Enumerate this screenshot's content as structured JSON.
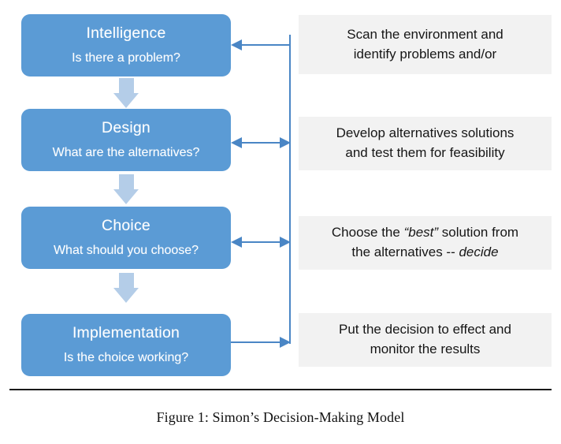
{
  "figure": {
    "caption": "Figure 1:  Simon’s Decision-Making Model",
    "colors": {
      "box_blue": "#5B9BD5",
      "arrow_blue": "#4A86C5",
      "down_arrow_blue": "#B4CDE8",
      "panel_grey": "#F2F2F2",
      "page_background": "#FFFFFF",
      "box_text": "#FFFFFF",
      "panel_text": "#161616",
      "divider": "#1A1A1A"
    }
  },
  "stages": [
    {
      "id": "intelligence",
      "title": "Intelligence",
      "question": "Is there a problem?",
      "connector": "arrow-left",
      "description_plain": "Scan the environment and identify problems and/or",
      "description_html": "Scan the environment and<br>identify problems and/or"
    },
    {
      "id": "design",
      "title": "Design",
      "question": "What are the alternatives?",
      "connector": "arrow-both",
      "description_plain": "Develop alternatives solutions and test them for feasibility",
      "description_html": "Develop alternatives solutions<br>and test them for feasibility"
    },
    {
      "id": "choice",
      "title": "Choice",
      "question": "What should you choose?",
      "connector": "arrow-both",
      "description_plain": "Choose the “best” solution from the alternatives -- decide",
      "description_html": "Choose the <i>“best”</i> solution from<br>the alternatives -- <i>decide</i>"
    },
    {
      "id": "implementation",
      "title": "Implementation",
      "question": "Is the choice working?",
      "connector": "arrow-right",
      "description_plain": "Put the decision to effect and monitor the results",
      "description_html": "Put the decision to effect and<br>monitor the results"
    }
  ],
  "flow_arrows": [
    {
      "id": "intelligence-to-design",
      "direction": "down"
    },
    {
      "id": "design-to-choice",
      "direction": "down"
    },
    {
      "id": "choice-to-implementation",
      "direction": "down"
    }
  ]
}
